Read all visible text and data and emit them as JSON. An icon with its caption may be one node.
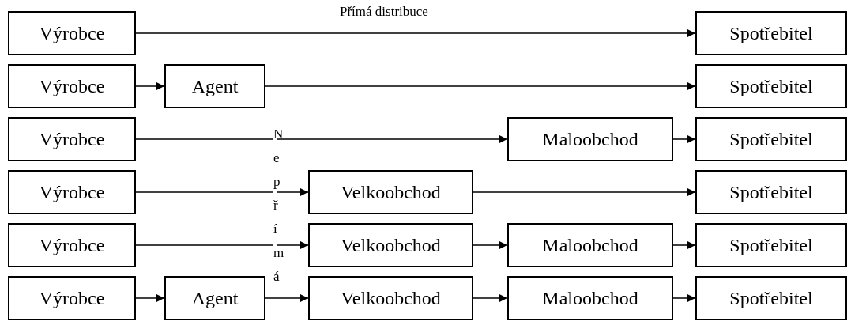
{
  "diagram": {
    "nodes": [
      {
        "text": [
          "Výrobce"
        ]
      },
      {
        "text": [
          "Spotřebitel"
        ]
      },
      {
        "text": [
          "Výrobce"
        ]
      },
      {
        "text": [
          "Agent"
        ]
      },
      {
        "text": [
          "Spotřebitel"
        ]
      },
      {
        "text": [
          "Výrobce"
        ]
      },
      {
        "text": [
          "Maloobchod"
        ]
      },
      {
        "text": [
          "Spotřebitel"
        ]
      },
      {
        "text": [
          "Výrobce"
        ]
      },
      {
        "text": [
          "Velkoobchod"
        ]
      },
      {
        "text": [
          "Spotřebitel"
        ]
      },
      {
        "text": [
          "Výrobce"
        ]
      },
      {
        "text": [
          "Velkoobchod"
        ]
      },
      {
        "text": [
          "Maloobchod"
        ]
      },
      {
        "text": [
          "Spotřebitel"
        ]
      },
      {
        "text": [
          "Výrobce"
        ]
      },
      {
        "text": [
          "Agent"
        ]
      },
      {
        "text": [
          "Velkoobchod"
        ]
      },
      {
        "text": [
          "Maloobchod"
        ]
      },
      {
        "text": [
          "Spotřebitel"
        ]
      }
    ],
    "edges": [
      {
        "from": 0,
        "to": 1,
        "arrow": "to",
        "label": "Přímá distribuce"
      },
      {
        "from": 2,
        "to": 3,
        "arrow": "to"
      },
      {
        "from": 3,
        "to": 4,
        "arrow": "to"
      },
      {
        "from": 5,
        "to": 6,
        "arrow": "to"
      },
      {
        "from": 6,
        "to": 7,
        "arrow": "to"
      },
      {
        "from": 8,
        "to": 9,
        "arrow": "to"
      },
      {
        "from": 9,
        "to": 10,
        "arrow": "to"
      },
      {
        "from": 11,
        "to": 12,
        "arrow": "to"
      },
      {
        "from": 12,
        "to": 13,
        "arrow": "to"
      },
      {
        "from": 13,
        "to": 14,
        "arrow": "to"
      },
      {
        "from": 15,
        "to": 16,
        "arrow": "to"
      },
      {
        "from": 16,
        "to": 17,
        "arrow": "to"
      },
      {
        "from": 17,
        "to": 18,
        "arrow": "to"
      },
      {
        "from": 18,
        "to": 19,
        "arrow": "to"
      }
    ],
    "labels": [
      "Nepřímá"
    ]
  }
}
